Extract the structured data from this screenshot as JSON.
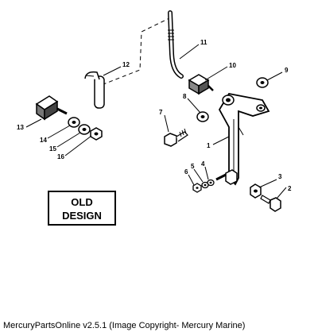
{
  "callouts": {
    "c1": "1",
    "c2": "2",
    "c3": "3",
    "c4": "4",
    "c5": "5",
    "c6": "6",
    "c7": "7",
    "c8": "8",
    "c9": "9",
    "c10": "10",
    "c11": "11",
    "c12": "12",
    "c13": "13",
    "c14": "14",
    "c15": "15",
    "c16": "16"
  },
  "old_design": {
    "line1": "OLD",
    "line2": "DESIGN"
  },
  "footer": {
    "caption": "MercuryPartsOnline v2.5.1 (Image Copyright- Mercury Marine)"
  }
}
